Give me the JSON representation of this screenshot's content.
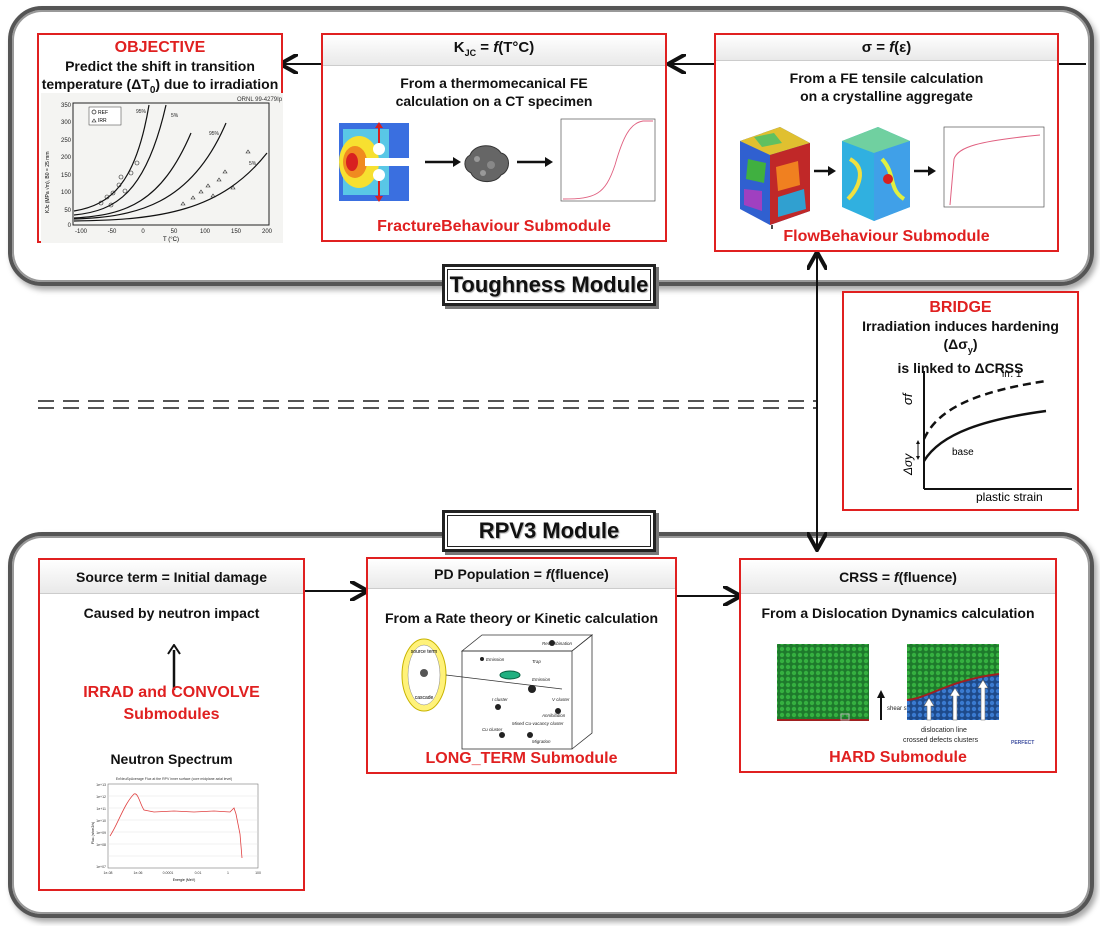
{
  "toughness_module": {
    "label": "Toughness Module",
    "objective": {
      "title": "OBJECTIVE",
      "text_line1": "Predict the shift in transition",
      "text_line2_pre": "temperature (",
      "text_line2_sym": "ΔT",
      "text_line2_sub": "0",
      "text_line2_post": ") due to irradiation",
      "plot": {
        "x_ticks": [
          "-100",
          "-50",
          "0",
          "50",
          "100",
          "150",
          "200"
        ],
        "y_ticks": [
          "0",
          "50",
          "100",
          "150",
          "200",
          "250",
          "300",
          "350"
        ],
        "xlabel": "T (°C)",
        "ylabel": "KJc (MPa √m), B0 = 25 mm",
        "legend": [
          "REF",
          "IRR"
        ],
        "corner_label": "ORNL 99-4279Ip",
        "curve_labels": [
          "95%",
          "5%",
          "95%",
          "5%"
        ]
      }
    },
    "fracture": {
      "head_K": "K",
      "head_sub": "JC",
      "head_eq": " = ",
      "head_f": "f",
      "head_arg": "(T°C)",
      "text_line1": "From a thermomecanical FE",
      "text_line2": "calculation on a CT specimen",
      "submodule": "FractureBehaviour Submodule"
    },
    "flow": {
      "head": "σ = ",
      "head_f": "f",
      "head_arg": "(ε)",
      "text_line1": "From a FE tensile calculation",
      "text_line2": "on a crystalline aggregate",
      "submodule": "FlowBehaviour Submodule"
    }
  },
  "bridge": {
    "title": "BRIDGE",
    "text_line1_pre": "Irradiation induces hardening (",
    "text_line1_sym": "Δσ",
    "text_line1_sub": "y",
    "text_line1_post": ")",
    "text_line2": "is linked to ΔCRSS",
    "plot": {
      "y_label": "σf",
      "x_label": "plastic strain",
      "curve_irr": "irr. 1",
      "curve_base": "base",
      "delta_label": "Δσy"
    }
  },
  "rpv3_module": {
    "label": "RPV3 Module",
    "source": {
      "head": "Source term = Initial damage",
      "text": "Caused by neutron impact",
      "submodule_line1": "IRRAD and CONVOLVE",
      "submodule_line2": "Submodules",
      "spectrum_title": "Neutron Spectrum",
      "plot_title": "EnNeuSpAverage Flux at the RPV inner surface (core midplane axial level)",
      "plot_ylabel": "Flux (n/cm2/s)",
      "plot_xlabel": "Energie (MeV)",
      "plot_x_ticks": [
        "1e-08",
        "1e-06",
        "0.0001",
        "0.01",
        "1",
        "100"
      ],
      "plot_y_ticks": [
        "1e+13",
        "1e+12",
        "1e+11",
        "1e+10",
        "1e+09",
        "1e+08",
        "1e+07"
      ]
    },
    "pd": {
      "head_pre": "PD Population = ",
      "head_f": "f",
      "head_arg": "(fluence)",
      "text": "From a Rate theory or Kinetic calculation",
      "submodule": "LONG_TERM Submodule",
      "source_label": "source term",
      "cascade_label": "cascade",
      "labels": [
        "Recombination",
        "Emission",
        "Trap",
        "Emission",
        "I cluster",
        "V cluster",
        "Annihilation",
        "Cu cluster",
        "Mixed Cu-vacancy cluster",
        "Migration"
      ]
    },
    "hard": {
      "head_pre": "CRSS = ",
      "head_f": "f",
      "head_arg": "(fluence)",
      "text": "From a Dislocation Dynamics calculation",
      "submodule": "HARD Submodule",
      "shear_label": "shear stress",
      "dislocation_label": "dislocation line",
      "defects_label": "crossed defects clusters",
      "logo": "PERFECT"
    }
  },
  "colors": {
    "accent_red": "#e02020",
    "frame": "#555555"
  }
}
